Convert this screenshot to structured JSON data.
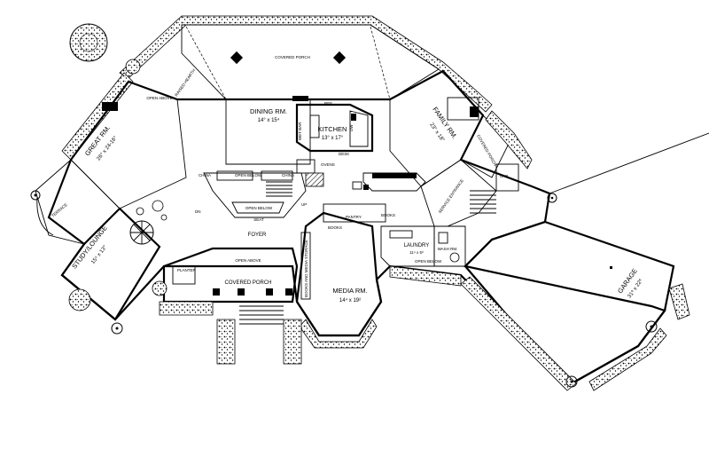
{
  "rooms": {
    "covered_porch_top": "COVERED PORCH",
    "dining_rm": "DINING RM.",
    "dining_dim": "14° x 15⁴",
    "kitchen": "KITCHEN",
    "kitchen_dim": "13° x 17°",
    "family_rm": "FAMILY RM.",
    "family_dim": "23° x 18°",
    "great_rm": "GREAT RM.",
    "great_dim": "26° x 24-16°",
    "study_lounge": "STUDY/LOUNGE",
    "study_dim": "15⁴ x 13°",
    "foyer": "FOYER",
    "covered_porch_front": "COVERED PORCH",
    "media_rm": "MEDIA RM.",
    "media_dim": "14⁴ x 19²",
    "laundry": "LAUNDRY",
    "laundry_dim": "11⁴ x 5⁸",
    "wash_rm": "WASH RM.",
    "garage": "GARAGE",
    "garage_dim": "31⁸ x 22⁸",
    "terrace": "TERRACE",
    "covered_porch_side": "COVERED PORCH",
    "service_entrance": "SERVICE ENTRANCE"
  },
  "notes": {
    "open_above_left": "OPEN ABOVE",
    "open_above_front": "OPEN ABOVE",
    "open_below_1": "OPEN BELOW",
    "open_below_2": "OPEN BELOW",
    "open_below_3": "OPEN BELOW",
    "pantry": "PANTRY",
    "books_1": "BOOKS",
    "books_2": "BOOKS",
    "china_1": "CHINA",
    "china_2": "CHINA",
    "ovens": "OVENS",
    "seat": "SEAT",
    "up": "UP",
    "dn": "DN",
    "dw": "DW",
    "hearth": "RAISED HEARTH",
    "desk": "DESK",
    "wet_bar": "WET BAR",
    "ref": "REF",
    "media_books": "BOOKS AND MEDIA STORAGE",
    "cab": "CAB",
    "planter": "PLANTER"
  },
  "colors": {
    "ink": "#000000",
    "paper": "#ffffff"
  }
}
